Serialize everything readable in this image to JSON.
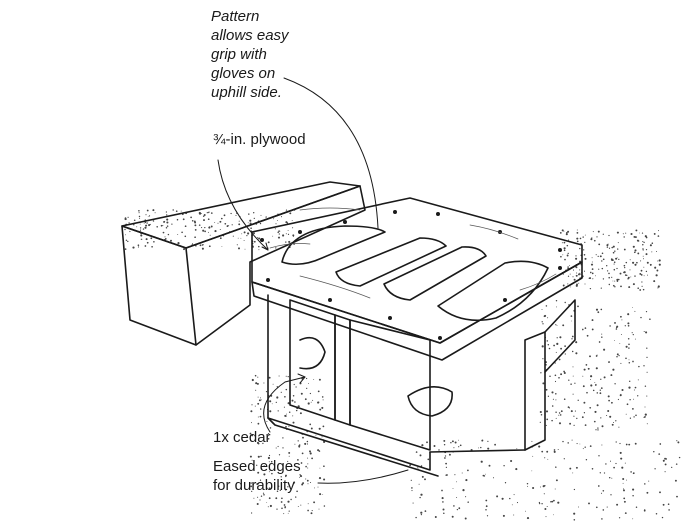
{
  "labels": {
    "pattern": "Pattern\nallows easy\ngrip with\ngloves on\nuphill side.",
    "plywood": "¾-in. plywood",
    "cedar": "1x cedar",
    "eased": "Eased edges\nfor durability"
  },
  "colors": {
    "ink": "#1a1a1a",
    "paper": "#ffffff"
  }
}
